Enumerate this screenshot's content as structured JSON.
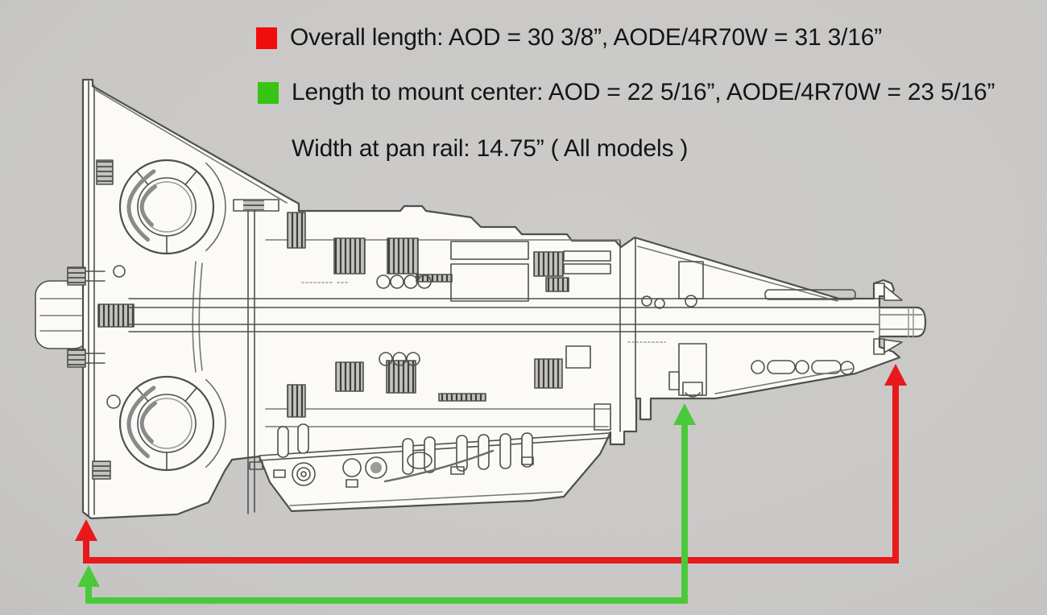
{
  "page": {
    "background_color": "#c9c8c6"
  },
  "legend": {
    "items": [
      {
        "swatch_color": "#f20d0d",
        "label": "Overall length: AOD = 30 3/8”, AODE/4R70W = 31 3/16”"
      },
      {
        "swatch_color": "#38c414",
        "label": "Length to mount center: AOD = 22 5/16”, AODE/4R70W = 23 5/16”"
      },
      {
        "swatch_color": "",
        "label": "Width at pan rail: 14.75” ( All models )"
      }
    ]
  },
  "annotations": {
    "overall_length": {
      "arrow_color": "#e8191a",
      "aod": "30 3/8”",
      "aode_4r70w": "31 3/16”"
    },
    "length_to_mount_center": {
      "arrow_color": "#4cc93a",
      "aod": "22 5/16”",
      "aode_4r70w": "23 5/16”"
    },
    "width_at_pan_rail": {
      "value": "14.75”",
      "applies_to": "All models"
    }
  },
  "diagram": {
    "subject": "AOD / AODE / 4R70W automatic transmission side cross-section"
  }
}
